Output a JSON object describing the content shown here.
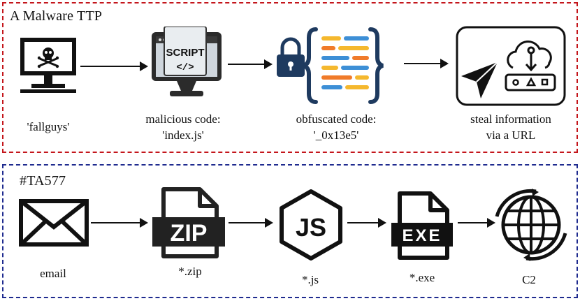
{
  "top_panel": {
    "title": "A Malware TTP",
    "steps": [
      {
        "icon": "hacked-computer-icon",
        "caption_line1": "'fallguys'",
        "caption_line2": ""
      },
      {
        "icon": "script-monitor-icon",
        "caption_line1": "malicious code:",
        "caption_line2": "'index.js'"
      },
      {
        "icon": "locked-code-icon",
        "caption_line1": "obfuscated  code:",
        "caption_line2": "'_0x13e5'"
      },
      {
        "icon": "cloud-upload-send-icon",
        "caption_line1": "steal information",
        "caption_line2": "via a URL"
      }
    ],
    "script_label": "SCRIPT",
    "script_symbol": "</>"
  },
  "bottom_panel": {
    "title": "#TA577",
    "steps": [
      {
        "icon": "envelope-icon",
        "caption": "email"
      },
      {
        "icon": "zip-file-icon",
        "caption": "*.zip",
        "badge": "ZIP"
      },
      {
        "icon": "nodejs-icon",
        "caption": "*.js",
        "badge": "JS"
      },
      {
        "icon": "exe-file-icon",
        "caption": "*.exe",
        "badge": "EXE"
      },
      {
        "icon": "globe-network-icon",
        "caption": "C2"
      }
    ]
  },
  "colors": {
    "top_border": "#c4161c",
    "bottom_border": "#1f2b8f",
    "lock_blue": "#1e3a5f",
    "code_yellow": "#f5b82e",
    "code_blue": "#3d8fd6",
    "code_orange": "#f07b2a"
  }
}
